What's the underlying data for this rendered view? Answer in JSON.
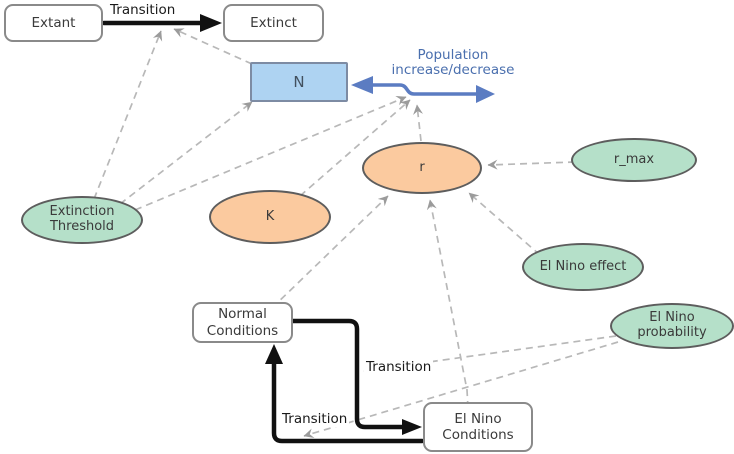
{
  "diagram": {
    "nodes": {
      "extant": {
        "label": "Extant"
      },
      "extinct": {
        "label": "Extinct"
      },
      "population": {
        "label": "N"
      },
      "r": {
        "label": "r"
      },
      "k": {
        "label": "K"
      },
      "r_max": {
        "label": "r_max"
      },
      "el_nino_effect": {
        "label": "El  Nino effect"
      },
      "el_nino_probability": {
        "line1": "El Nino",
        "line2": "probability"
      },
      "extinction_threshold": {
        "line1": "Extinction",
        "line2": "Threshold"
      },
      "normal_conditions": {
        "line1": "Normal",
        "line2": "Conditions"
      },
      "el_nino_conditions": {
        "line1": "El Nino",
        "line2": "Conditions"
      }
    },
    "labels": {
      "transition_top": "Transition",
      "transition_mid": "Transition",
      "transition_bottom": "Transition",
      "flow_line1": "Population",
      "flow_line2": "increase/decrease"
    },
    "colors": {
      "stock_fill": "#aed3f2",
      "stock_border": "#7d8ba3",
      "parameter_green": "#b5e0c9",
      "parameter_orange": "#fbca9f",
      "flow_blue": "#5b7cc2",
      "influence_gray": "#b8b8b8",
      "transition_black": "#111111",
      "shape_border": "#5d5d5d"
    },
    "edges": [
      {
        "from": "extant",
        "to": "extinct",
        "kind": "transition"
      },
      {
        "from": "extinction_threshold",
        "to": "extant-extinct-transition",
        "kind": "influence"
      },
      {
        "from": "population",
        "to": "extant-extinct-transition",
        "kind": "influence"
      },
      {
        "from": "extinction_threshold",
        "to": "population",
        "kind": "influence"
      },
      {
        "from": "extinction_threshold",
        "to": "population-flow",
        "kind": "influence"
      },
      {
        "from": "k",
        "to": "population-flow",
        "kind": "influence"
      },
      {
        "from": "r",
        "to": "population-flow",
        "kind": "influence"
      },
      {
        "from": "r_max",
        "to": "r",
        "kind": "influence"
      },
      {
        "from": "el_nino_effect",
        "to": "r",
        "kind": "influence"
      },
      {
        "from": "normal_conditions",
        "to": "r",
        "kind": "influence"
      },
      {
        "from": "el_nino_conditions",
        "to": "r",
        "kind": "influence"
      },
      {
        "from": "normal_conditions",
        "to": "el_nino_conditions",
        "kind": "transition"
      },
      {
        "from": "el_nino_conditions",
        "to": "normal_conditions",
        "kind": "transition"
      },
      {
        "from": "el_nino_probability",
        "to": "normal-to-elnino-transition",
        "kind": "influence"
      },
      {
        "from": "el_nino_probability",
        "to": "elnino-to-normal-transition",
        "kind": "influence"
      }
    ]
  }
}
